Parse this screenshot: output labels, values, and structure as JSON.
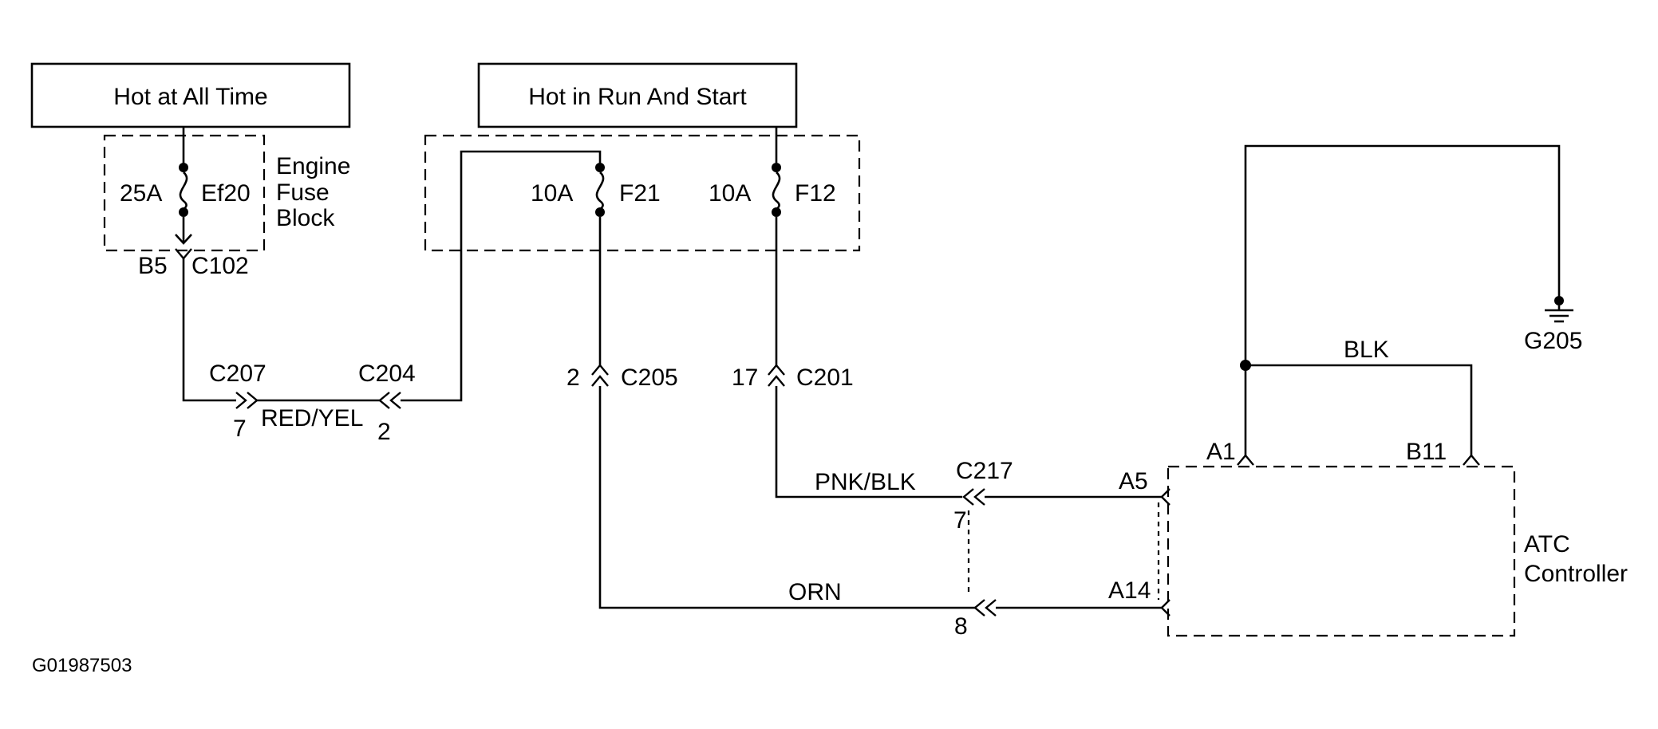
{
  "power_sources": {
    "always_hot": "Hot at All Time",
    "run_start_hot": "Hot in Run And Start"
  },
  "fuse_block": {
    "name_line1": "Engine",
    "name_line2": "Fuse",
    "name_line3": "Block"
  },
  "fuses": [
    {
      "rating": "25A",
      "id": "Ef20"
    },
    {
      "rating": "10A",
      "id": "F21"
    },
    {
      "rating": "10A",
      "id": "F12"
    }
  ],
  "connectors": {
    "c102_pin": "B5",
    "c102": "C102",
    "c207": "C207",
    "c207_pin": "7",
    "c204": "C204",
    "c204_pin": "2",
    "c205_pin": "2",
    "c205": "C205",
    "c201_pin": "17",
    "c201": "C201",
    "c217": "C217",
    "c217_pin_a": "7",
    "c217_pin_b": "8",
    "a5": "A5",
    "a14": "A14",
    "a1": "A1",
    "b11": "B11"
  },
  "wires": {
    "red_yel": "RED/YEL",
    "pnk_blk": "PNK/BLK",
    "orn": "ORN",
    "blk": "BLK"
  },
  "ground": "G205",
  "controller": {
    "line1": "ATC",
    "line2": "Controller"
  },
  "figure_id": "G01987503"
}
